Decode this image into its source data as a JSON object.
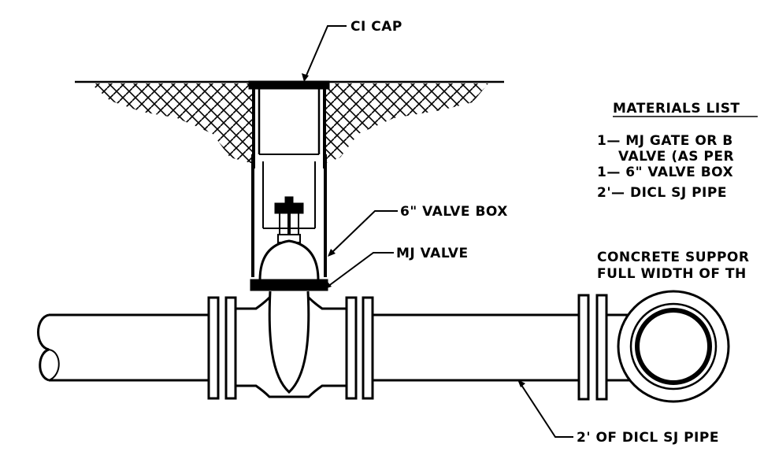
{
  "labels": {
    "ci_cap": "CI CAP",
    "valve_box": "6\" VALVE BOX",
    "mj_valve": "MJ VALVE",
    "dicl_pipe": "2' OF DICL SJ PIPE"
  },
  "materials": {
    "title": "MATERIALS LIST",
    "lines": [
      "1— MJ GATE OR B",
      "VALVE (AS PER",
      "1— 6\" VALVE BOX",
      "2'— DICL SJ PIPE"
    ]
  },
  "concrete_note": {
    "lines": [
      "CONCRETE SUPPOR",
      "FULL WIDTH OF TH"
    ]
  },
  "colors": {
    "ink": "#000000",
    "paper": "#ffffff"
  }
}
